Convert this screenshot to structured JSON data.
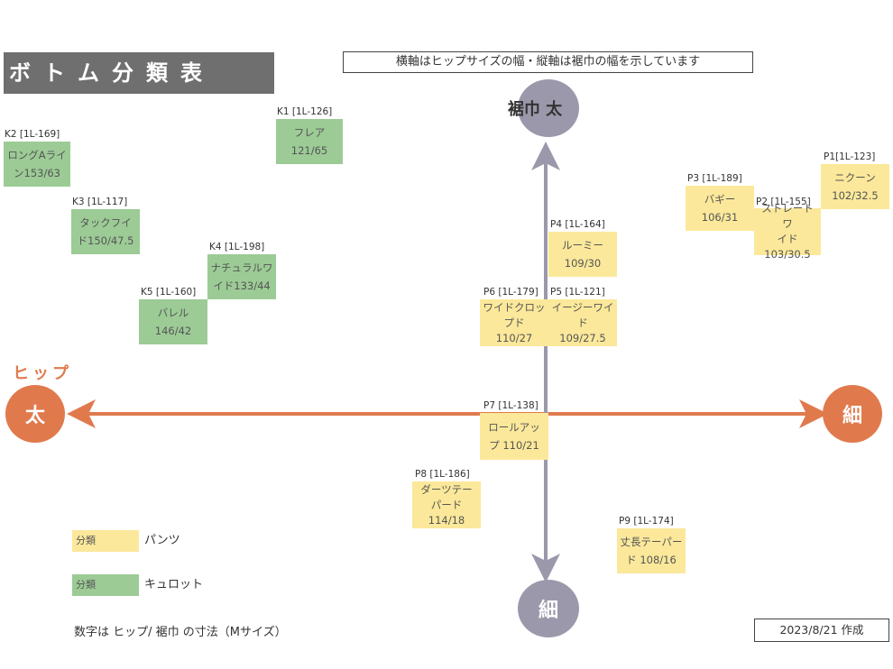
{
  "title": "ボトム分類表",
  "note": "横軸はヒップサイズの幅・縦軸は裾巾の幅を示しています",
  "axes": {
    "vertical_top_label": "裾巾 太",
    "vertical_bottom_label": "細",
    "horizontal_left_label": "太",
    "horizontal_right_label": "細",
    "hip_label": "ヒップ"
  },
  "items": [
    {
      "code": "K2 [1L-169]",
      "line1": "ロングAライ",
      "line2": "ン153/63",
      "category": "キュロット"
    },
    {
      "code": "K1 [1L-126]",
      "line1": "フレア",
      "line2": "121/65",
      "category": "キュロット"
    },
    {
      "code": "K3 [1L-117]",
      "line1": "タックフイ",
      "line2": "ド150/47.5",
      "category": "キュロット"
    },
    {
      "code": "K4 [1L-198]",
      "line1": "ナチュラルワ",
      "line2": "イド133/44",
      "category": "キュロット"
    },
    {
      "code": "K5 [1L-160]",
      "line1": "バレル",
      "line2": "146/42",
      "category": "キュロット"
    },
    {
      "code": "P3 [1L-189]",
      "line1": "バギー",
      "line2": "106/31",
      "category": "パンツ"
    },
    {
      "code": "P2 [1L-155]",
      "line1": "ストレートワ",
      "line2": "イド",
      "line3": "103/30.5",
      "category": "パンツ"
    },
    {
      "code": "P1[1L-123]",
      "line1": "ニクーン",
      "line2": "102/32.5",
      "category": "パンツ"
    },
    {
      "code": "P4 [1L-164]",
      "line1": "ルーミー",
      "line2": "109/30",
      "category": "パンツ"
    },
    {
      "code": "P6 [1L-179]",
      "line1": "ワイドクロッ",
      "line2": "プド",
      "line3": "110/27",
      "category": "パンツ"
    },
    {
      "code": "P5 [1L-121]",
      "line1": "イージーワイ",
      "line2": "ド",
      "line3": "109/27.5",
      "category": "パンツ"
    },
    {
      "code": "P7 [1L-138]",
      "line1": "ロールアッ",
      "line2": "プ 110/21",
      "category": "パンツ"
    },
    {
      "code": "P8 [1L-186]",
      "line1": "ダーツテー",
      "line2": "パード",
      "line3": "114/18",
      "category": "パンツ"
    },
    {
      "code": "P9 [1L-174]",
      "line1": "丈長テーパー",
      "line2": "ド 108/16",
      "category": "パンツ"
    }
  ],
  "legend": [
    {
      "swatch": "分類",
      "label": "パンツ",
      "color": "#fbe89a"
    },
    {
      "swatch": "分類",
      "label": "キュロット",
      "color": "#9ccb96"
    }
  ],
  "footer_note": "数字は ヒップ/ 裾巾 の寸法（Mサイズ）",
  "date": "2023/8/21 作成",
  "colors": {
    "orange": "#e07a4d",
    "purple": "#9c98ab",
    "pants": "#fbe89a",
    "culotte": "#9ccb96"
  }
}
